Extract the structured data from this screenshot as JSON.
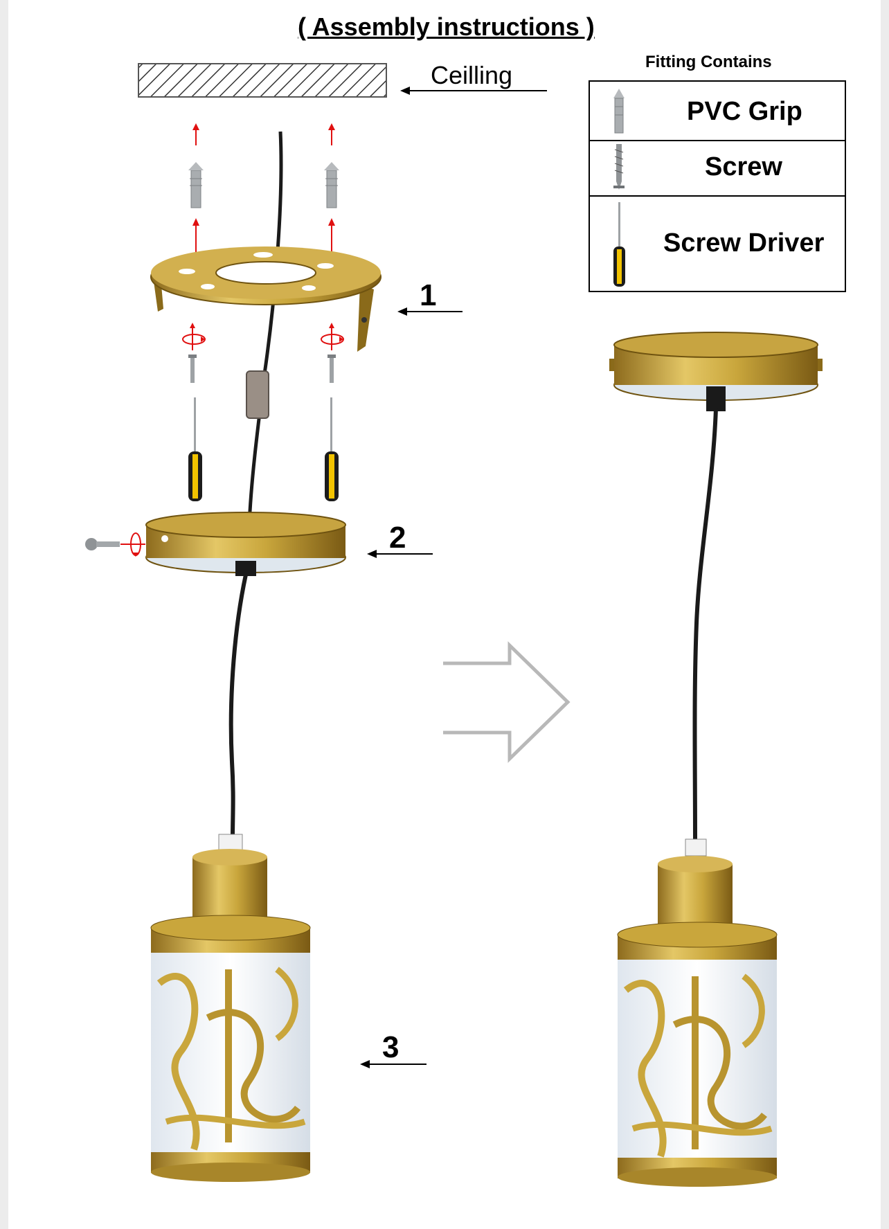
{
  "title": "( Assembly instructions )",
  "ceiling_label": "Ceilling",
  "fitting": {
    "title": "Fitting Contains",
    "items": [
      {
        "label": "PVC Grip",
        "icon": "pvc-grip-icon"
      },
      {
        "label": "Screw",
        "icon": "screw-icon"
      },
      {
        "label": "Screw Driver",
        "icon": "screw-driver-icon"
      }
    ]
  },
  "steps": {
    "one": "1",
    "two": "2",
    "three": "3"
  },
  "colors": {
    "brass": "#c9a63c",
    "arrow_red": "#e01010",
    "cable": "#1a1a1a",
    "big_arrow": "#b8b8b8"
  }
}
